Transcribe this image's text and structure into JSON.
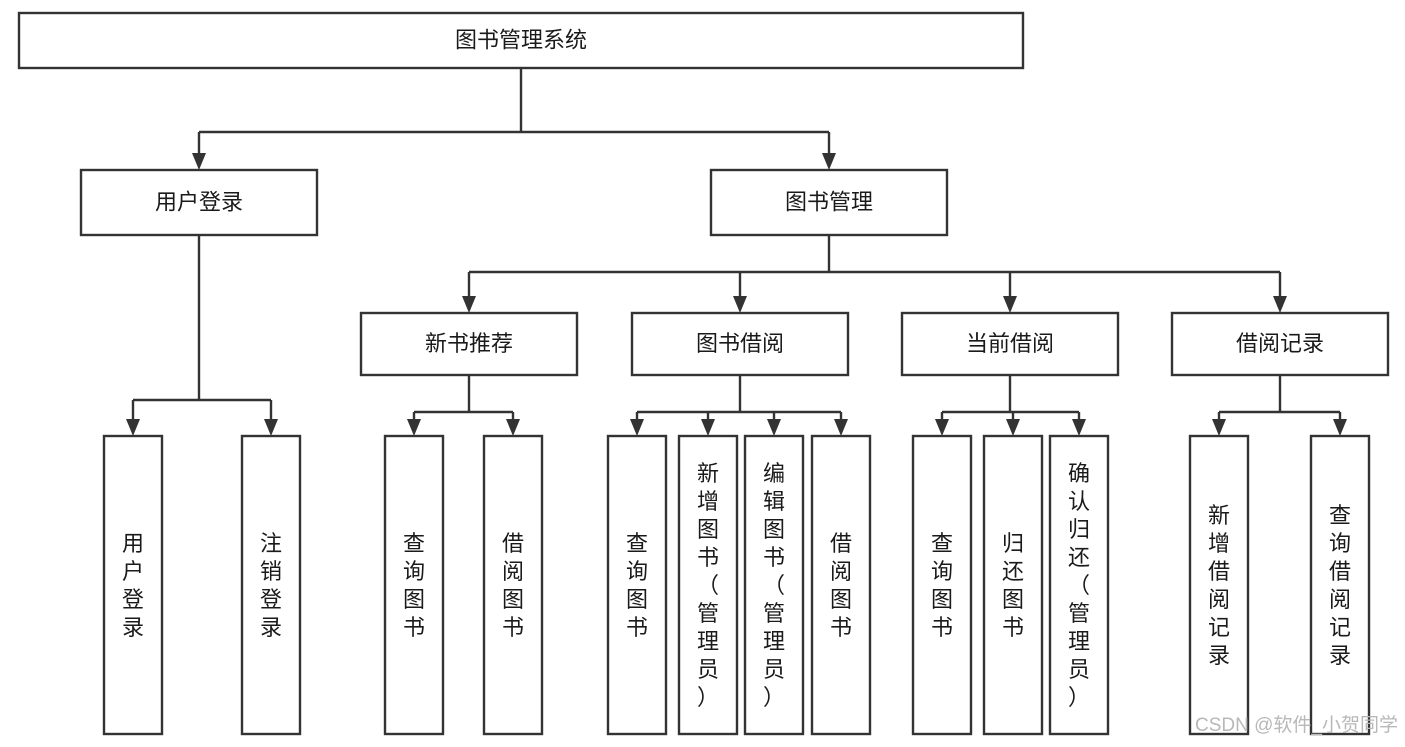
{
  "diagram": {
    "title": "图书管理系统",
    "type": "tree",
    "orientation": "top-down",
    "colors": {
      "box_stroke": "#333333",
      "box_fill": "#ffffff",
      "connector": "#333333",
      "text": "#1a1a1a",
      "watermark": "#b8b8b8",
      "background": "#ffffff"
    },
    "levels": {
      "root": {
        "label": "图书管理系统"
      },
      "level2": [
        {
          "id": "user-login",
          "label": "用户登录"
        },
        {
          "id": "book-management",
          "label": "图书管理"
        }
      ],
      "level3": [
        {
          "id": "new-book-recommend",
          "label": "新书推荐",
          "parent": "book-management"
        },
        {
          "id": "book-borrow",
          "label": "图书借阅",
          "parent": "book-management"
        },
        {
          "id": "current-borrow",
          "label": "当前借阅",
          "parent": "book-management"
        },
        {
          "id": "borrow-record",
          "label": "借阅记录",
          "parent": "book-management"
        }
      ],
      "leaves": {
        "user-login": [
          {
            "id": "leaf-user-login",
            "label": "用户登录"
          },
          {
            "id": "leaf-user-logout",
            "label": "注销登录"
          }
        ],
        "new-book-recommend": [
          {
            "id": "leaf-query-book-1",
            "label": "查询图书"
          },
          {
            "id": "leaf-borrow-book-1",
            "label": "借阅图书"
          }
        ],
        "book-borrow": [
          {
            "id": "leaf-query-book-2",
            "label": "查询图书"
          },
          {
            "id": "leaf-add-book",
            "label": "新增图书（管理员）"
          },
          {
            "id": "leaf-edit-book",
            "label": "编辑图书（管理员）"
          },
          {
            "id": "leaf-borrow-book-2",
            "label": "借阅图书"
          }
        ],
        "current-borrow": [
          {
            "id": "leaf-query-book-3",
            "label": "查询图书"
          },
          {
            "id": "leaf-return-book",
            "label": "归还图书"
          },
          {
            "id": "leaf-confirm-return",
            "label": "确认归还（管理员）"
          }
        ],
        "borrow-record": [
          {
            "id": "leaf-add-record",
            "label": "新增借阅记录"
          },
          {
            "id": "leaf-query-record",
            "label": "查询借阅记录"
          }
        ]
      }
    }
  },
  "watermark": {
    "text": "CSDN @软件_小贺同学"
  }
}
